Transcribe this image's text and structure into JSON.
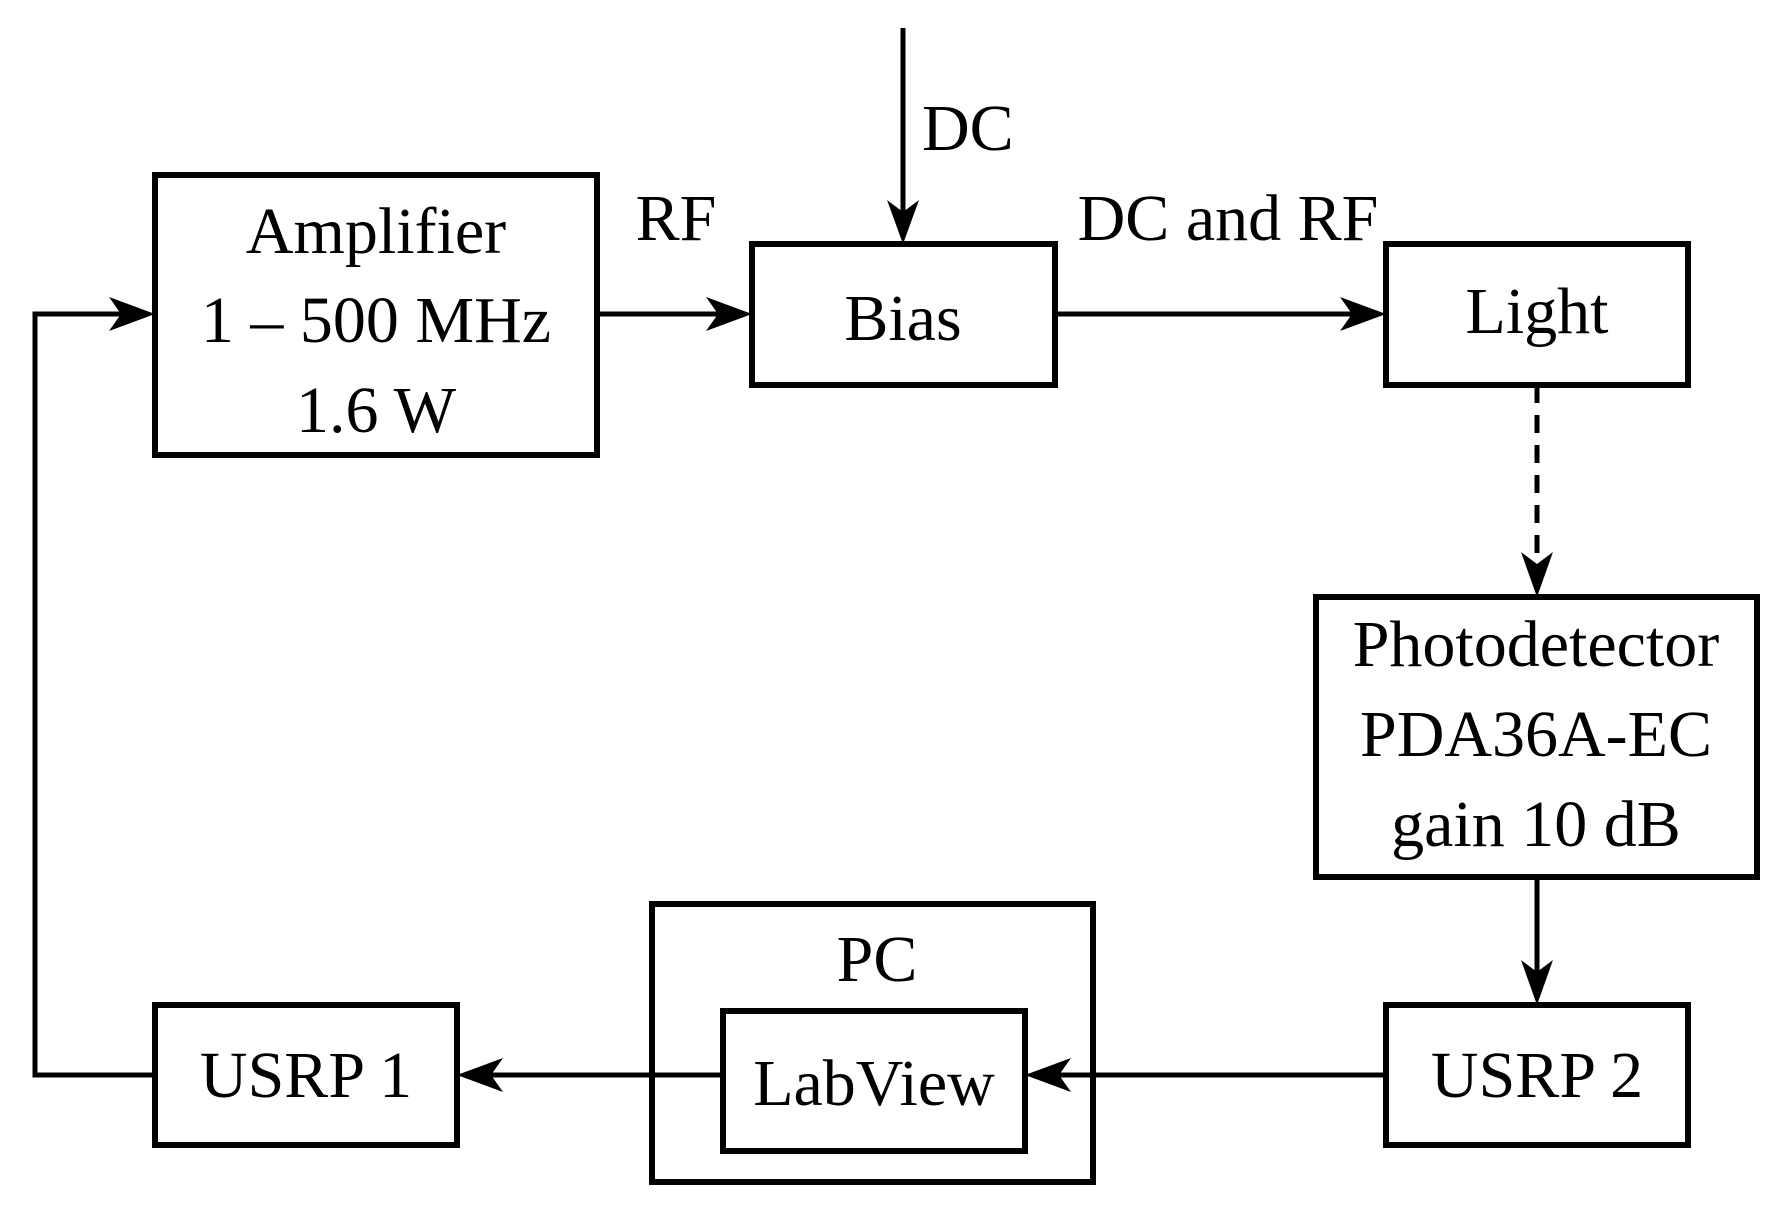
{
  "diagram": {
    "blocks": {
      "amplifier": {
        "lines": [
          "Amplifier",
          "1 – 500 MHz",
          "1.6 W"
        ]
      },
      "bias": {
        "label": "Bias"
      },
      "light": {
        "label": "Light"
      },
      "photodetector": {
        "lines": [
          "Photodetector",
          "PDA36A-EC",
          "gain 10 dB"
        ]
      },
      "usrp2": {
        "label": "USRP 2"
      },
      "pc": {
        "label": "PC"
      },
      "labview": {
        "label": "LabView"
      },
      "usrp1": {
        "label": "USRP 1"
      }
    },
    "signals": {
      "dc": "DC",
      "rf": "RF",
      "dc_and_rf": "DC and RF"
    }
  }
}
